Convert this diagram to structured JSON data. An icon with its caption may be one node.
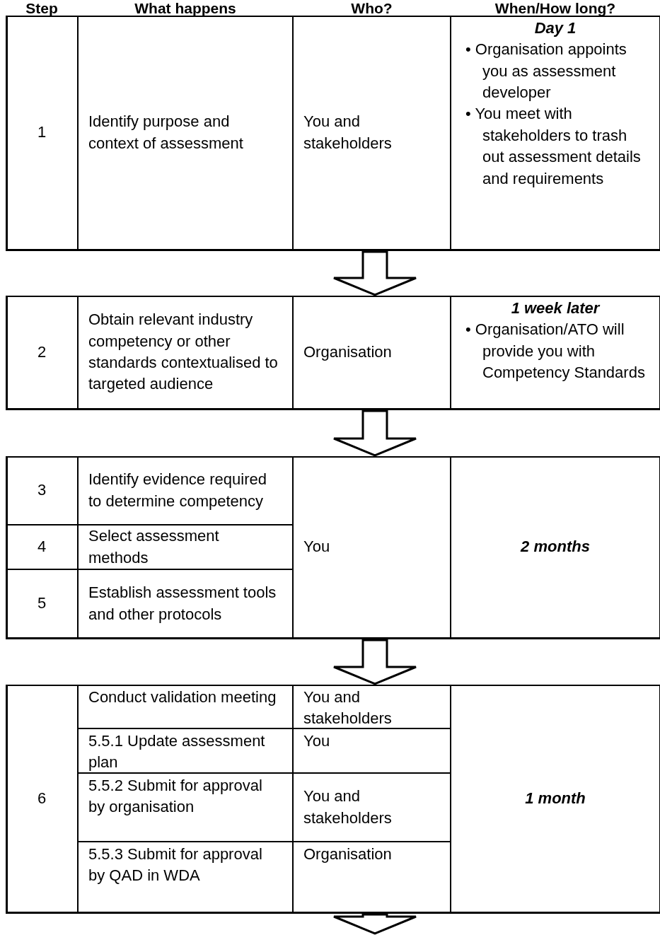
{
  "diagram": {
    "nodes": [
      {
        "text": [],
        "shape": "box"
      },
      {
        "text": [
          "1"
        ],
        "in": 0
      },
      {
        "text": [
          "Identify purpose and context of assessment"
        ],
        "in": 0
      },
      {
        "text": [
          "You and stakeholders"
        ],
        "in": 0
      },
      {
        "text": [
          "Day 1",
          "• Organisation appoints you as assessment developer",
          "• You meet with stakeholders to trash out assessment details and requirements"
        ],
        "in": 0
      },
      {
        "text": [],
        "shape": "box"
      },
      {
        "text": [
          "2"
        ],
        "in": 5
      },
      {
        "text": [
          "Obtain relevant industry competency or other standards contextualised to targeted audience"
        ],
        "in": 5
      },
      {
        "text": [
          "Organisation"
        ],
        "in": 5
      },
      {
        "text": [
          "1 week later",
          "• Organisation/ATO will provide you with Competency Standards"
        ],
        "in": 5
      },
      {
        "text": [],
        "shape": "box"
      },
      {
        "text": [
          "3"
        ],
        "in": 10
      },
      {
        "text": [
          "Identify evidence required to determine competency"
        ],
        "in": 10
      },
      {
        "text": [
          "4"
        ],
        "in": 10
      },
      {
        "text": [
          "Select assessment methods"
        ],
        "in": 10
      },
      {
        "text": [
          "5"
        ],
        "in": 10
      },
      {
        "text": [
          "Establish assessment tools and other protocols"
        ],
        "in": 10
      },
      {
        "text": [
          "You"
        ],
        "in": 10
      },
      {
        "text": [
          "2 months"
        ],
        "in": 10
      },
      {
        "text": [],
        "shape": "box"
      },
      {
        "text": [
          "6"
        ],
        "in": 19
      },
      {
        "text": [
          "Conduct validation meeting"
        ],
        "in": 19
      },
      {
        "text": [
          "You and stakeholders"
        ],
        "in": 19
      },
      {
        "text": [
          "5.5.1 Update assessment plan"
        ],
        "in": 19
      },
      {
        "text": [
          "You"
        ],
        "in": 19
      },
      {
        "text": [
          "5.5.2 Submit for approval by organisation"
        ],
        "in": 19
      },
      {
        "text": [
          "You and stakeholders"
        ],
        "in": 19
      },
      {
        "text": [
          "5.5.3 Submit for approval by QAD in WDA"
        ],
        "in": 19
      },
      {
        "text": [
          "Organisation"
        ],
        "in": 19
      },
      {
        "text": [
          "1 month"
        ],
        "in": 19
      }
    ],
    "edges": [
      {
        "from": 0,
        "to": 5,
        "arrow": "to"
      },
      {
        "from": 5,
        "to": 10,
        "arrow": "to"
      },
      {
        "from": 10,
        "to": 19,
        "arrow": "to"
      },
      {
        "from": 19,
        "to": null,
        "arrow": "to"
      }
    ],
    "labels": [
      "Step",
      "What happens",
      "Who?",
      "When/How long?"
    ]
  }
}
